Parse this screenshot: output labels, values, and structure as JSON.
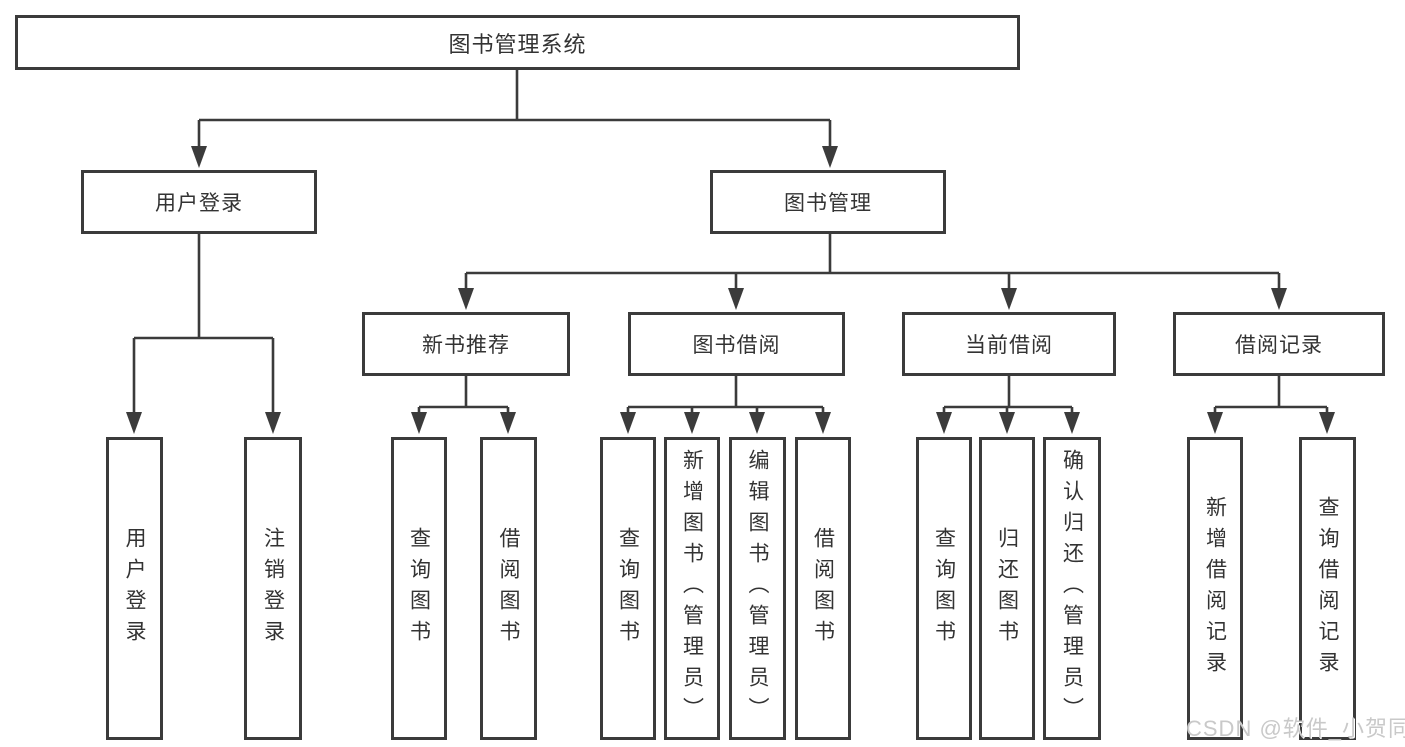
{
  "diagram": {
    "root": "图书管理系统",
    "level2": [
      {
        "label": "用户登录",
        "leaves": [
          "用户登录",
          "注销登录"
        ]
      },
      {
        "label": "图书管理",
        "groups": [
          {
            "label": "新书推荐",
            "leaves": [
              "查询图书",
              "借阅图书"
            ]
          },
          {
            "label": "图书借阅",
            "leaves": [
              "查询图书",
              "新增图书（管理员）",
              "编辑图书（管理员）",
              "借阅图书"
            ]
          },
          {
            "label": "当前借阅",
            "leaves": [
              "查询图书",
              "归还图书",
              "确认归还（管理员）"
            ]
          },
          {
            "label": "借阅记录",
            "leaves": [
              "新增借阅记录",
              "查询借阅记录"
            ]
          }
        ]
      }
    ]
  },
  "watermark": {
    "text": "CSDN @软件_小贺同学"
  },
  "colors": {
    "line": "#3b3b3b",
    "box_border": "#3b3b3b",
    "text": "#333333",
    "background": "#ffffff",
    "watermark": "#c9c9c9"
  }
}
